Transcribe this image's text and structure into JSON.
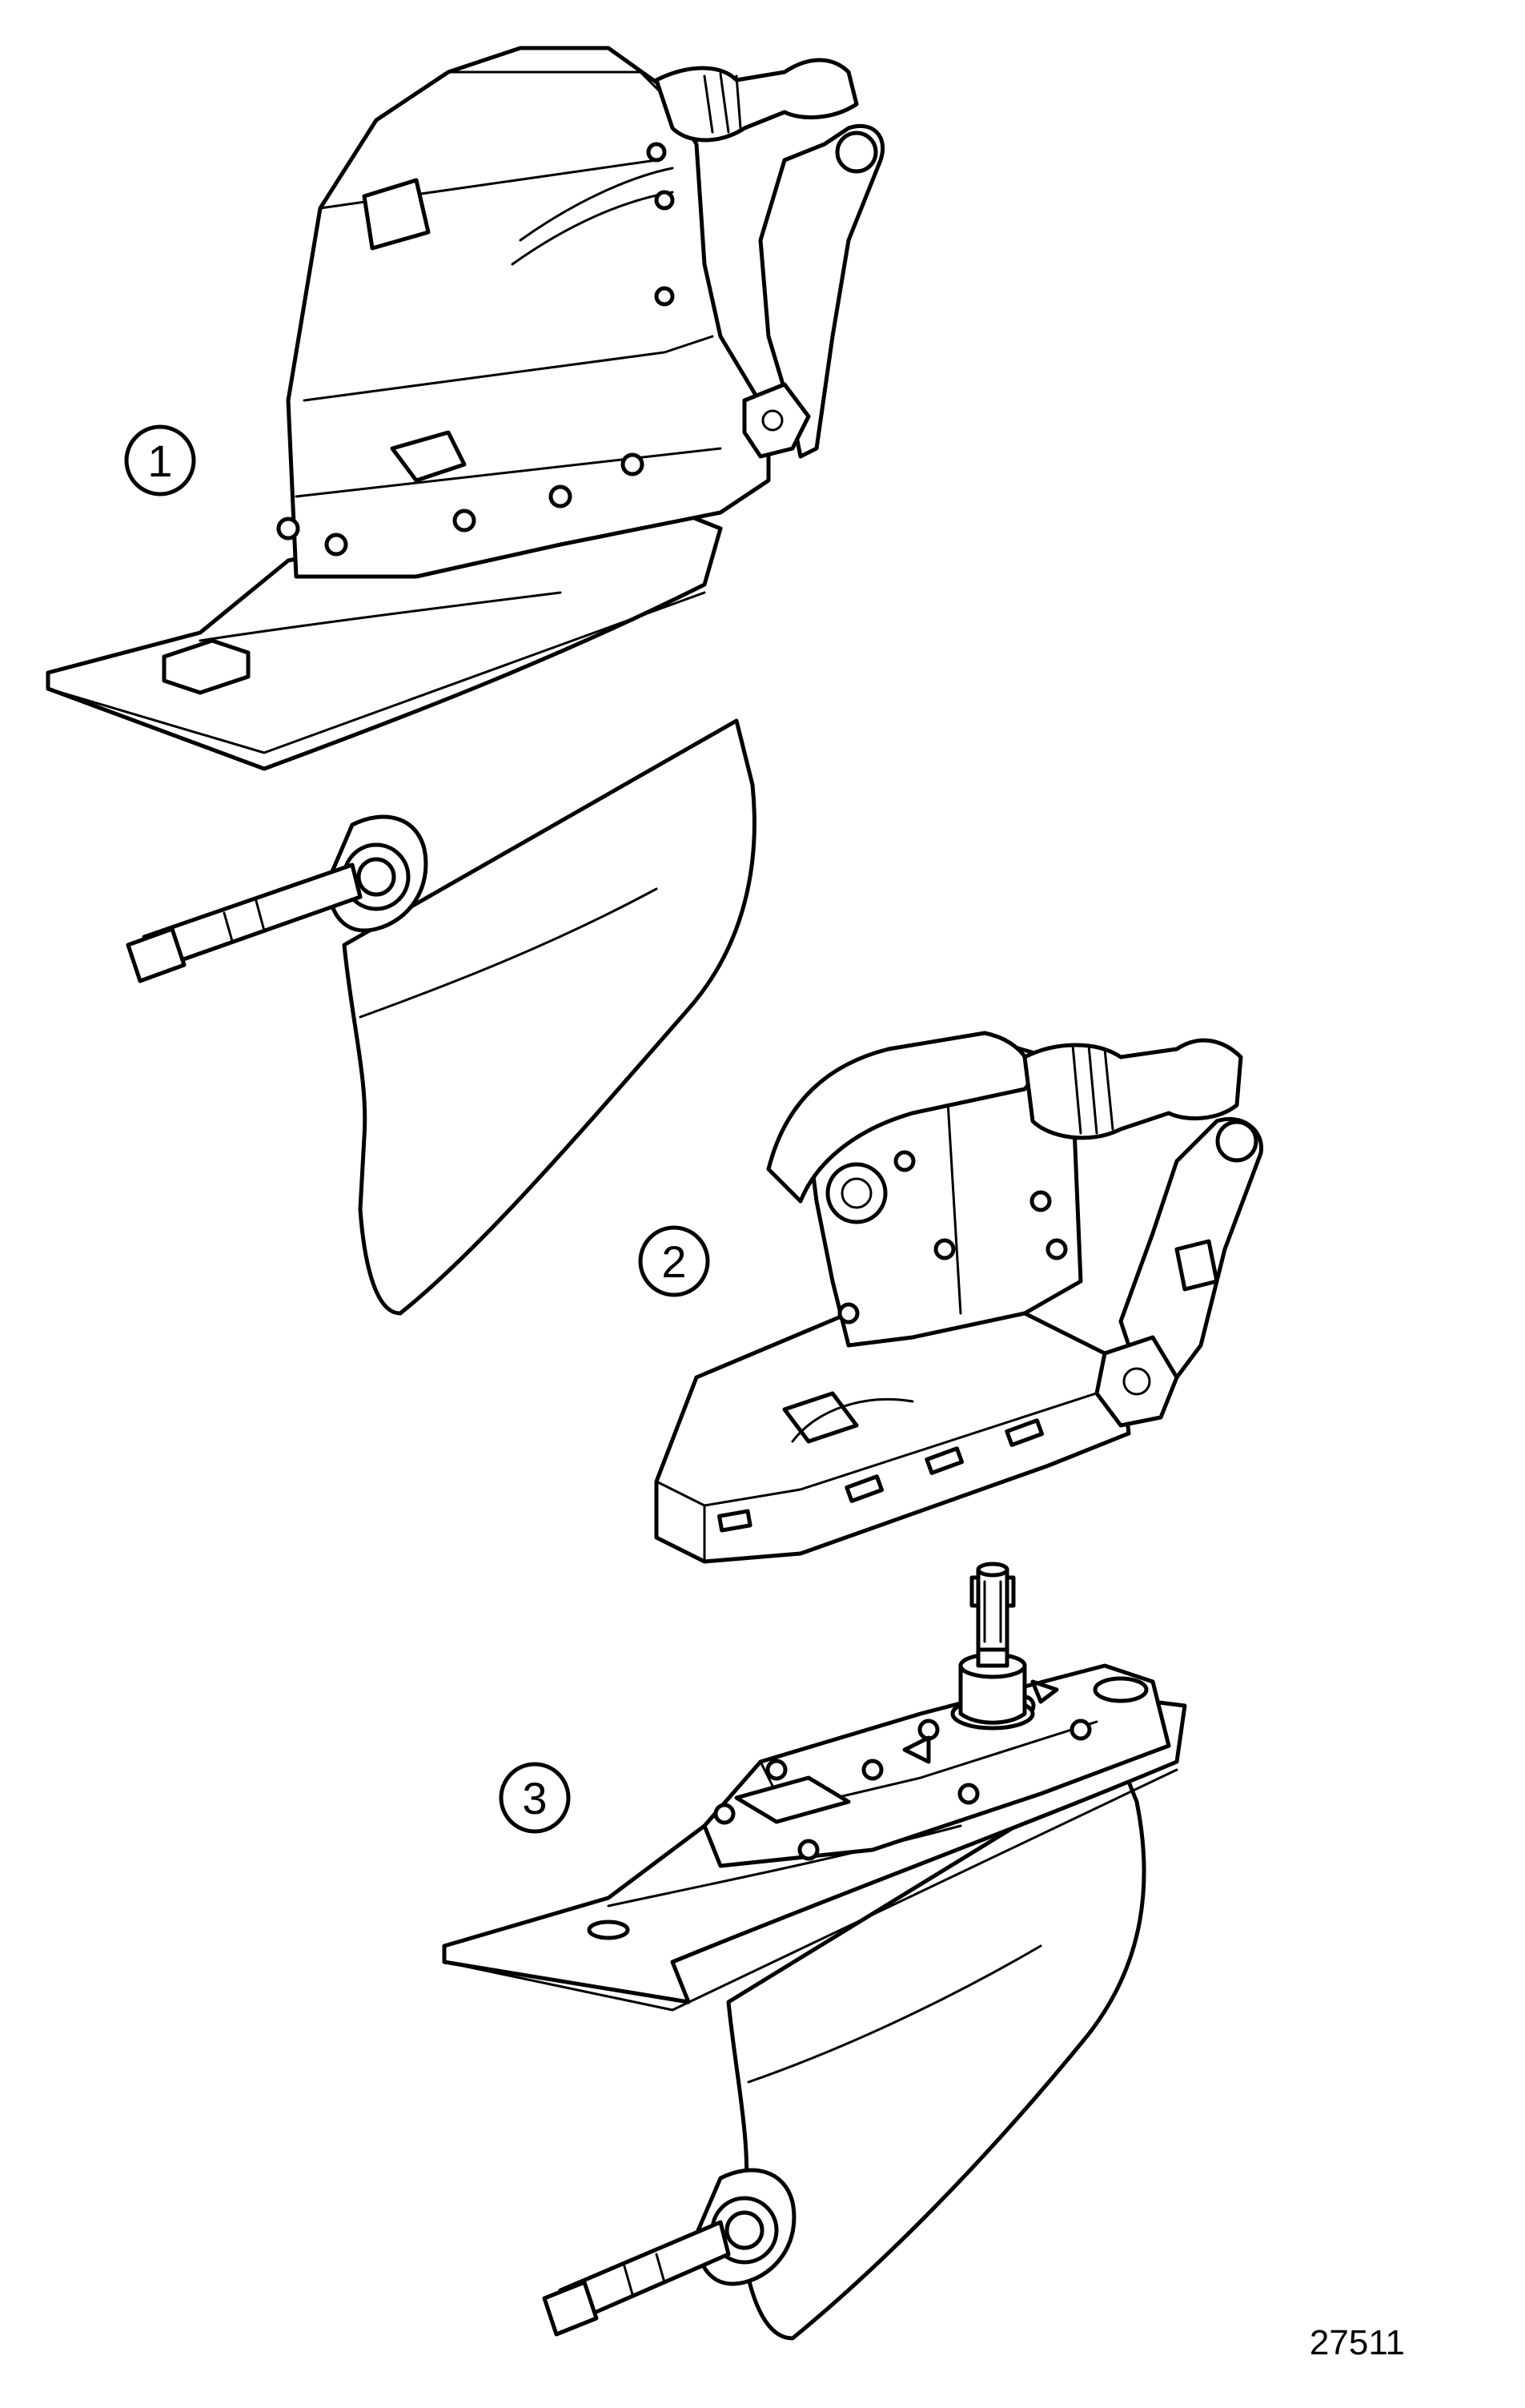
{
  "callouts": [
    {
      "label": "1"
    },
    {
      "label": "2"
    },
    {
      "label": "3"
    }
  ],
  "figure_number": "27511"
}
